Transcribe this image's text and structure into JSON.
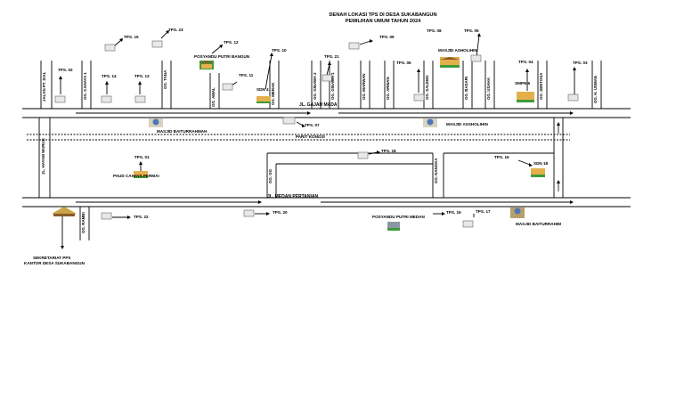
{
  "title": {
    "line1": "DENAH LOKASI TPS DI DESA SUKABANGUN",
    "line2": "PEMILIHAN UMUM TAHUN 2024"
  },
  "streets": {
    "gajah_mada": "JL. GAJAH MADA",
    "medan_pertanian": "JL. MEDAN PERTANIAN",
    "parit_kongsi": "PARIT KONGSI",
    "hayam_wuruk": "JL. HAYAM WURUK"
  },
  "side_streets": {
    "pt_sial": "JALAN PT. SIAL",
    "cahaya_1": "GG. CAHAYA 1",
    "tana": "GG. TANA",
    "amal": "GG. AMAL",
    "merak": "GG. MERAK",
    "ginawa_2": "GG. GINAWA 2",
    "ginawa_1": "GG. GINAWA 1",
    "marwan": "GG. MARWAN",
    "arwan": "GG. ARWAN",
    "salema": "GG. SALEMA",
    "basari": "GG. BASARI",
    "usaha": "GG. USAHA",
    "sentosa": "GG. SENTOSA",
    "h_usman": "GG. H. USMAN",
    "gg_u": "GG. GG",
    "nangka": "GG. NANGKA",
    "rambi": "GG. RAMBI"
  },
  "tps": {
    "t01": "TPS. 01",
    "t02": "TPS. 02",
    "t03": "TPS. 03",
    "t04": "TPS. 04",
    "t05": "TPS. 05",
    "t06": "TPS. 06",
    "t07": "TPS. 07",
    "t08": "TPS. 08",
    "t09": "TPS. 09",
    "t10": "TPS. 10",
    "t11": "TPS. 11",
    "t12": "TPS. 12",
    "t13": "TPS. 13",
    "t14": "TPS. 14",
    "t15": "TPS. 15",
    "t16": "TPS. 16",
    "t17": "TPS. 17",
    "t18": "TPS. 18",
    "t19": "TPS. 19",
    "t20": "TPS. 20",
    "t21": "TPS. 21",
    "t22": "TPS. 22",
    "t23": "TPS. 23"
  },
  "landmarks": {
    "posyandu_putri_bangun": "POSYANDU PUTRI BANGUN",
    "sdn_a": "SDN 4",
    "masjid_asholihin_top": "MASJID ASHOLIHIN",
    "sdn_b": "SMPN 6",
    "masjid_baiturrahman": "MASJID BAITURRAHMAH",
    "masjid_asholihin": "MASJID ASSHOLIHIN",
    "paud": "PAUD CAHAYA PERMAI",
    "sdn_18": "SDN 18",
    "posyandu_putri_medan": "POSYANDU PUTRI MEDAN",
    "masjid_baiturrahim": "MASJID BAITURRAHIM",
    "sekretariat_line1": "SEKRETARIAT PPS",
    "sekretariat_line2": "KANTOR DESA SUKABANGUN"
  },
  "colors": {
    "line": "#000000",
    "box_fill": "#e8e8e8",
    "box_stroke": "#666666",
    "building_roof": "#8a5a2b",
    "building_wall": "#e3b04b",
    "building_green": "#3f9a3a",
    "mosque_dome": "#4a78b8"
  }
}
